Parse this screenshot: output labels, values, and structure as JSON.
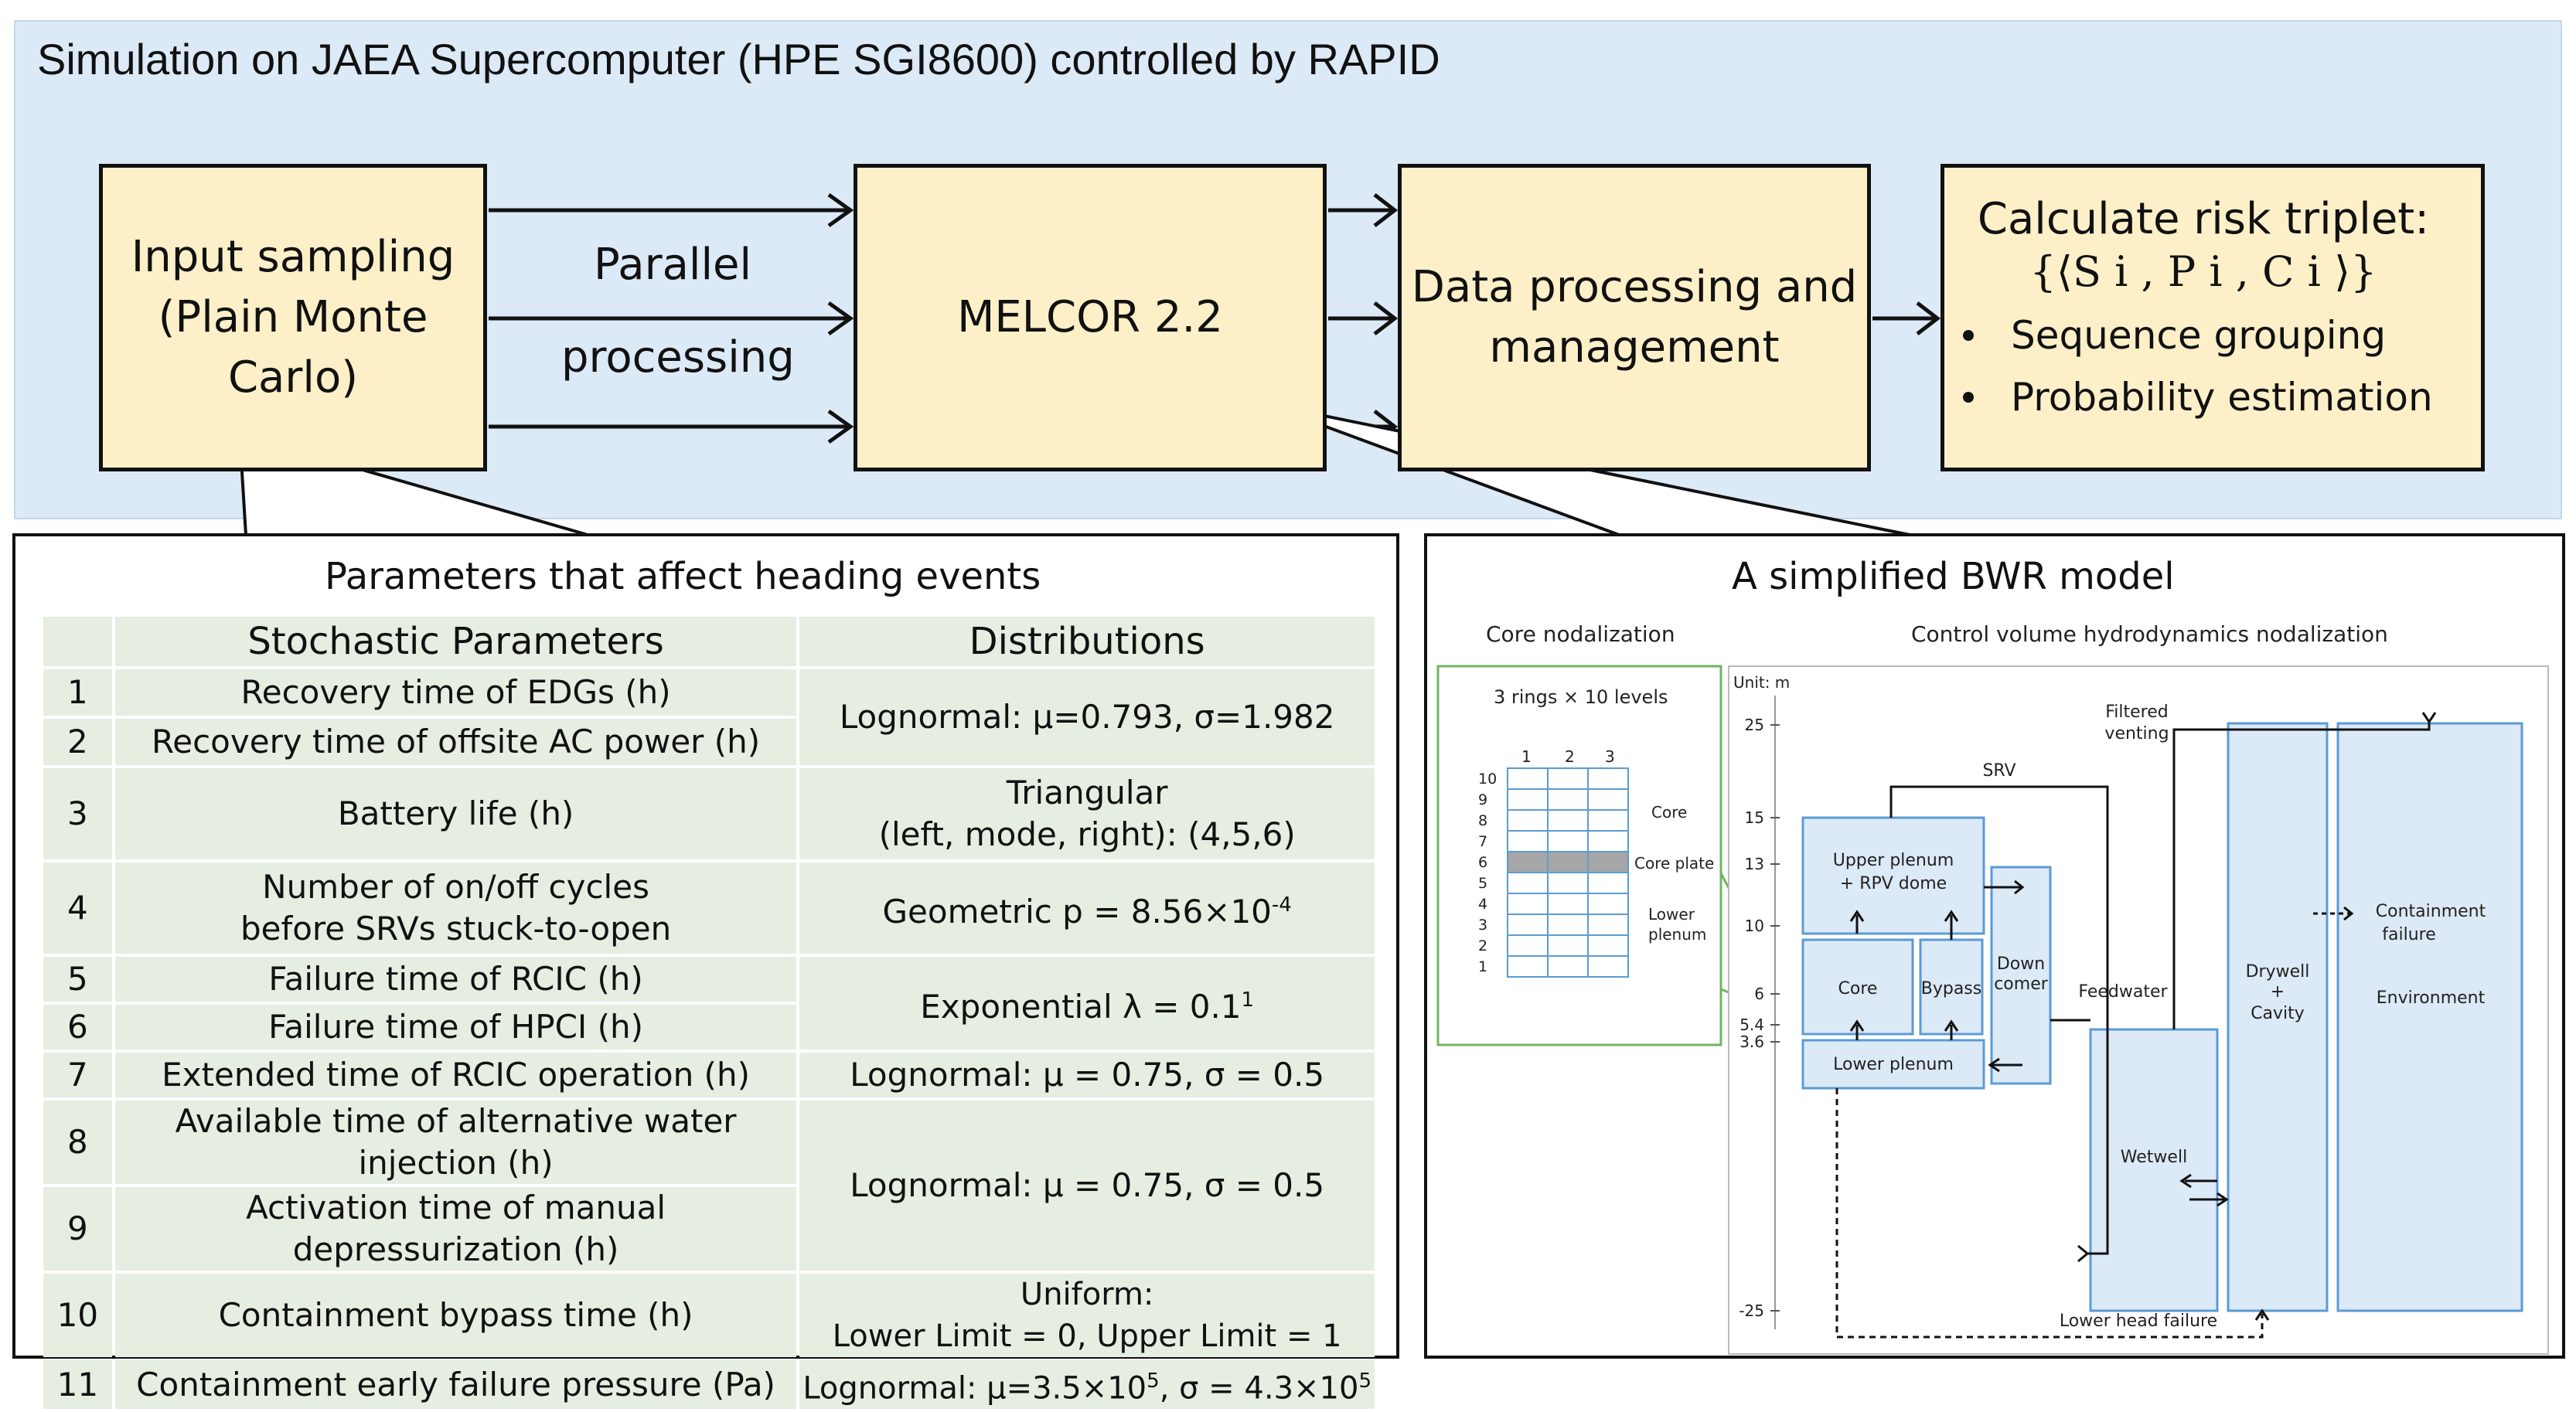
{
  "header": {
    "title": "Simulation on JAEA Supercomputer (HPE SGI8600) controlled by RAPID"
  },
  "process": {
    "input": "Input sampling\n(Plain Monte\nCarlo)",
    "parallel_1": "Parallel",
    "parallel_2": "processing",
    "melcor": "MELCOR 2.2",
    "data": "Data processing and\nmanagement",
    "risk_title": "Calculate risk triplet:",
    "risk_formula": "{⟨S i , P i , C i ⟩}",
    "risk_bullets": [
      "Sequence grouping",
      "Probability estimation"
    ]
  },
  "parameters_panel": {
    "title": "Parameters that affect heading events",
    "col_param": "Stochastic Parameters",
    "col_dist": "Distributions",
    "rows": [
      {
        "num": "1",
        "param": "Recovery time of EDGs (h)"
      },
      {
        "num": "2",
        "param": "Recovery time of offsite AC power (h)"
      },
      {
        "num": "3",
        "param": "Battery life (h)"
      },
      {
        "num": "4",
        "param": "Number of on/off cycles\nbefore SRVs stuck-to-open"
      },
      {
        "num": "5",
        "param": "Failure time of RCIC (h)"
      },
      {
        "num": "6",
        "param": "Failure time of HPCI (h)"
      },
      {
        "num": "7",
        "param": "Extended time of RCIC operation (h)"
      },
      {
        "num": "8",
        "param": "Available time of alternative water injection (h)"
      },
      {
        "num": "9",
        "param": "Activation time of manual depressurization (h)"
      },
      {
        "num": "10",
        "param": "Containment bypass time (h)"
      },
      {
        "num": "11",
        "param": "Containment early failure pressure (Pa)"
      }
    ],
    "dists": {
      "d12": "Lognormal: μ=0.793, σ=1.982",
      "d3": "Triangular\n(left, mode, right): (4,5,6)",
      "d4": "Geometric p = 8.56×10",
      "d4_sup": "-4",
      "d56": "Exponential λ = 0.1",
      "d56_sup": "1",
      "d7": "Lognormal: μ = 0.75, σ = 0.5",
      "d89": "Lognormal: μ = 0.75, σ = 0.5",
      "d10": "Uniform:\nLower Limit = 0, Upper Limit = 1",
      "d11_a": "Lognormal: μ=3.5×10",
      "d11_sup1": "5",
      "d11_b": ", σ = 4.3×10",
      "d11_sup2": "5"
    }
  },
  "bwr_panel": {
    "title": "A simplified BWR model",
    "core_nod_title": "Core nodalization",
    "cv_title": "Control volume hydrodynamics nodalization",
    "rings_label": "3 rings × 10 levels",
    "ring_cols": [
      "1",
      "2",
      "3"
    ],
    "levels": [
      "10",
      "9",
      "8",
      "7",
      "6",
      "5",
      "4",
      "3",
      "2",
      "1"
    ],
    "core_labels": {
      "core": "Core",
      "core_plate": "Core plate",
      "lower_1": "Lower",
      "lower_2": "plenum"
    },
    "unit": "Unit: m",
    "axis_ticks": [
      "25",
      "15",
      "13",
      "10",
      "6",
      "5.4",
      "3.6",
      "-25"
    ],
    "boxes": {
      "upper_plenum_1": "Upper plenum",
      "upper_plenum_2": "+ RPV dome",
      "core": "Core",
      "bypass": "Bypass",
      "downcomer_1": "Down",
      "downcomer_2": "comer",
      "lower_plenum": "Lower plenum",
      "wetwell": "Wetwell",
      "drywell_1": "Drywell",
      "drywell_2": "+",
      "drywell_3": "Cavity",
      "environment": "Environment"
    },
    "labels": {
      "srv": "SRV",
      "filtered_1": "Filtered",
      "filtered_2": "venting",
      "feedwater": "Feedwater",
      "containment_1": "Containment",
      "containment_2": "failure",
      "lower_head": "Lower head failure"
    }
  },
  "colors": {
    "band": "#dce9f6",
    "process_box": "#fdf0c8",
    "table_cell": "#e5eee1",
    "cv_box": "#dce9f6",
    "cv_stroke": "#5b9bd5",
    "core_green": "#70b560"
  }
}
